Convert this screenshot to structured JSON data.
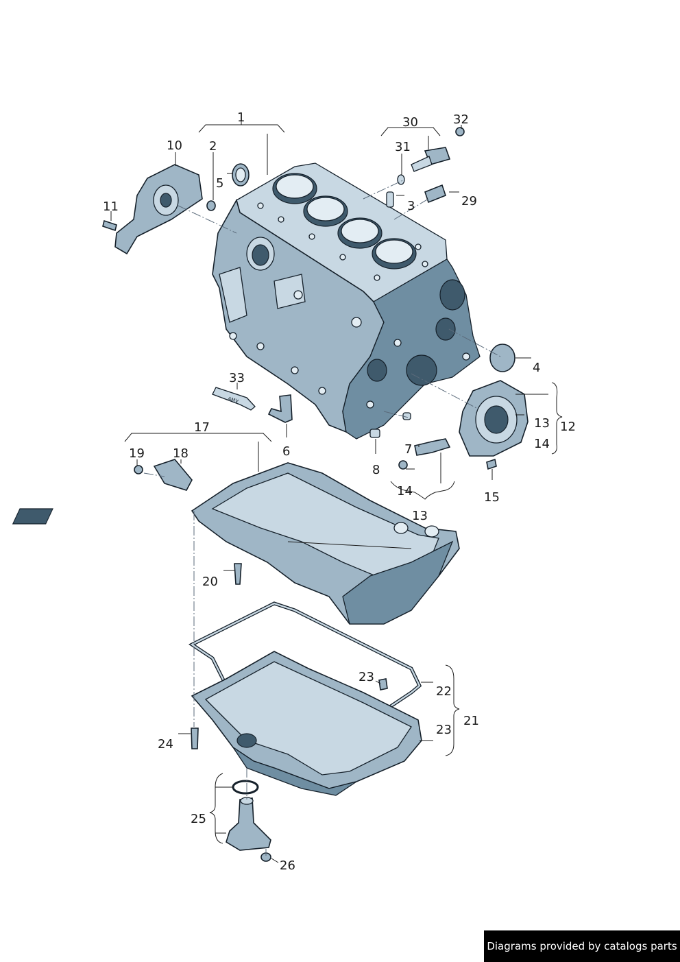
{
  "callouts": [
    {
      "id": "c1",
      "text": "1"
    },
    {
      "id": "c2",
      "text": "2"
    },
    {
      "id": "c3",
      "text": "3"
    },
    {
      "id": "c4",
      "text": "4"
    },
    {
      "id": "c5",
      "text": "5"
    },
    {
      "id": "c6",
      "text": "6"
    },
    {
      "id": "c7",
      "text": "7"
    },
    {
      "id": "c8",
      "text": "8"
    },
    {
      "id": "c10",
      "text": "10"
    },
    {
      "id": "c11",
      "text": "11"
    },
    {
      "id": "c12",
      "text": "12"
    },
    {
      "id": "c13a",
      "text": "13"
    },
    {
      "id": "c13b",
      "text": "13"
    },
    {
      "id": "c14a",
      "text": "14"
    },
    {
      "id": "c14b",
      "text": "14"
    },
    {
      "id": "c15",
      "text": "15"
    },
    {
      "id": "c17",
      "text": "17"
    },
    {
      "id": "c18",
      "text": "18"
    },
    {
      "id": "c19",
      "text": "19"
    },
    {
      "id": "c20",
      "text": "20"
    },
    {
      "id": "c21",
      "text": "21"
    },
    {
      "id": "c22",
      "text": "22"
    },
    {
      "id": "c23a",
      "text": "23"
    },
    {
      "id": "c23b",
      "text": "23"
    },
    {
      "id": "c24",
      "text": "24"
    },
    {
      "id": "c25",
      "text": "25"
    },
    {
      "id": "c26",
      "text": "26"
    },
    {
      "id": "c29",
      "text": "29"
    },
    {
      "id": "c30",
      "text": "30"
    },
    {
      "id": "c31",
      "text": "31"
    },
    {
      "id": "c32",
      "text": "32"
    },
    {
      "id": "c33",
      "text": "33"
    }
  ],
  "tube_label": "AMV",
  "credit": "Diagrams provided by catalogs parts",
  "colors": {
    "part_fill": "#9fb6c6",
    "part_light": "#c8d8e3",
    "part_dark": "#6f8ea2",
    "outline": "#15202a",
    "background": "#ffffff",
    "credit_bg": "#000000"
  }
}
